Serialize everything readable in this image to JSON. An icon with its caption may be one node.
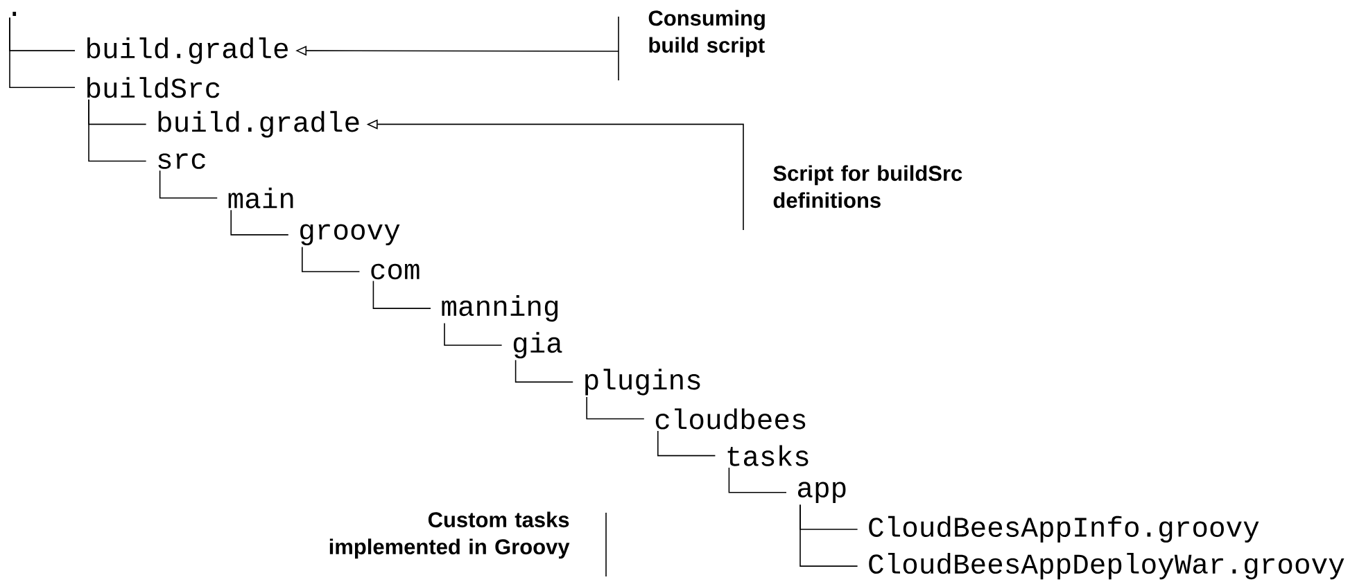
{
  "diagram": {
    "nodes": [
      {
        "text": [
          "."
        ]
      },
      {
        "text": [
          "build.gradle"
        ]
      },
      {
        "text": [
          "buildSrc"
        ]
      },
      {
        "text": [
          "build.gradle"
        ]
      },
      {
        "text": [
          "src"
        ]
      },
      {
        "text": [
          "main"
        ]
      },
      {
        "text": [
          "groovy"
        ]
      },
      {
        "text": [
          "com"
        ]
      },
      {
        "text": [
          "manning"
        ]
      },
      {
        "text": [
          "gia"
        ]
      },
      {
        "text": [
          "plugins"
        ]
      },
      {
        "text": [
          "cloudbees"
        ]
      },
      {
        "text": [
          "tasks"
        ]
      },
      {
        "text": [
          "app"
        ]
      },
      {
        "text": [
          "CloudBeesAppInfo.groovy"
        ]
      },
      {
        "text": [
          "CloudBeesAppDeployWar.groovy"
        ]
      },
      {
        "text": [
          "Consuming build script"
        ]
      },
      {
        "text": [
          "Script for buildSrc definitions"
        ]
      }
    ],
    "edges": [
      {
        "from": 0,
        "to": 1,
        "arrow": "none"
      },
      {
        "from": 0,
        "to": 2,
        "arrow": "none"
      },
      {
        "from": 2,
        "to": 3,
        "arrow": "none"
      },
      {
        "from": 2,
        "to": 4,
        "arrow": "none"
      },
      {
        "from": 4,
        "to": 5,
        "arrow": "none"
      },
      {
        "from": 5,
        "to": 6,
        "arrow": "none"
      },
      {
        "from": 6,
        "to": 7,
        "arrow": "none"
      },
      {
        "from": 7,
        "to": 8,
        "arrow": "none"
      },
      {
        "from": 8,
        "to": 9,
        "arrow": "none"
      },
      {
        "from": 9,
        "to": 10,
        "arrow": "none"
      },
      {
        "from": 10,
        "to": 11,
        "arrow": "none"
      },
      {
        "from": 11,
        "to": 12,
        "arrow": "none"
      },
      {
        "from": 12,
        "to": 13,
        "arrow": "none"
      },
      {
        "from": 13,
        "to": 14,
        "arrow": "none"
      },
      {
        "from": 13,
        "to": 15,
        "arrow": "none"
      },
      {
        "from": 16,
        "to": 1,
        "arrow": "to"
      },
      {
        "from": 17,
        "to": 3,
        "arrow": "to"
      }
    ],
    "labels": [
      "Custom tasks implemented in Groovy"
    ]
  }
}
